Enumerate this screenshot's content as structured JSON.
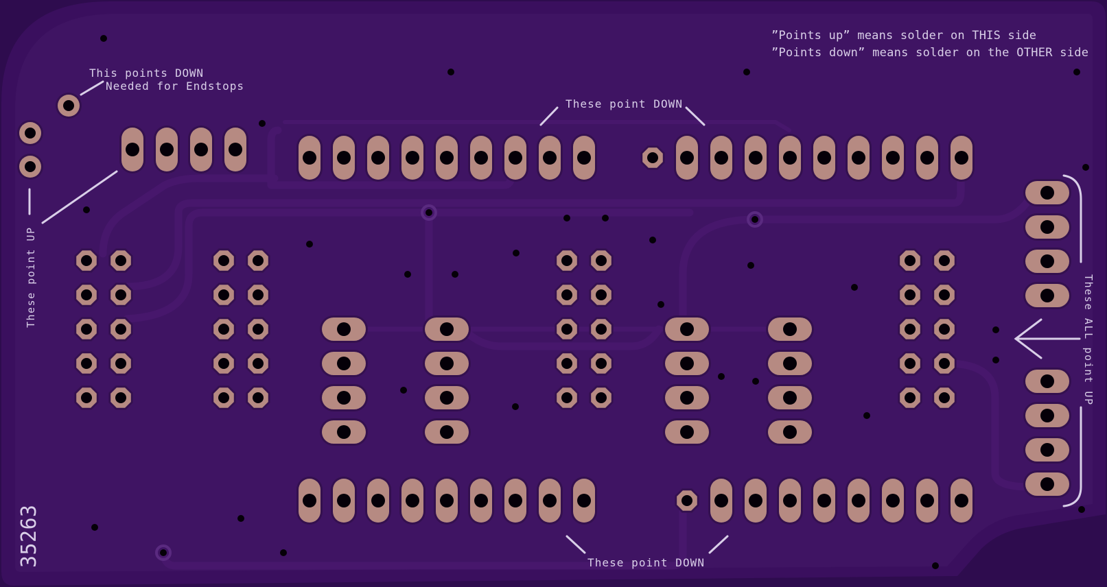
{
  "board": {
    "serial": "35263",
    "notes": {
      "line1": "”Points up” means solder on THIS side",
      "line2": "”Points down” means solder on the OTHER side"
    },
    "labels": {
      "endstop_line1": "This points DOWN",
      "endstop_line2": "Needed for Endstops",
      "top_header": "These point DOWN",
      "bottom_header": "These point DOWN",
      "left_vertical": "These point UP",
      "right_vertical": "These ALL point UP"
    },
    "colors": {
      "outer_bg": "#2e0c4e",
      "board_edge": "#3a0f5e",
      "board_fill": "#3f1463",
      "copper_pad": "#b68a82",
      "trace": "#47176c",
      "silkscreen": "#d9cfe8",
      "hole": "#050008"
    }
  }
}
